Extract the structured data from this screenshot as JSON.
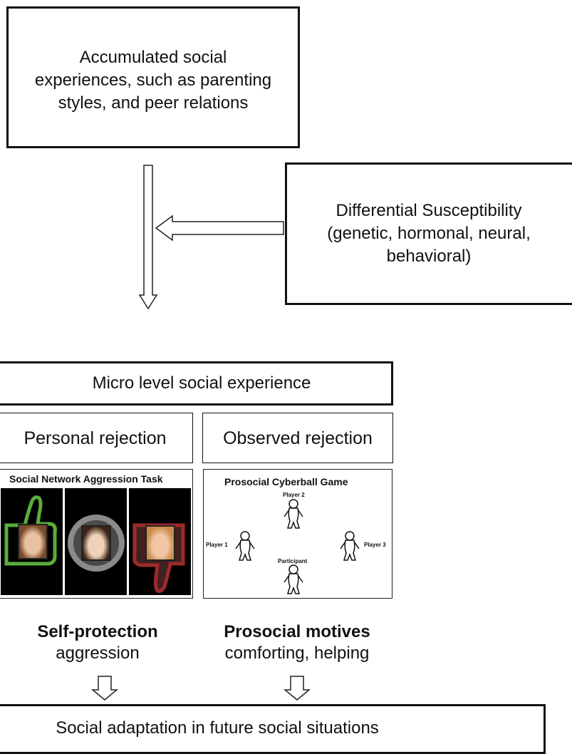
{
  "top_box": {
    "lines": [
      "Accumulated social",
      "experiences, such as parenting",
      "styles, and peer relations"
    ]
  },
  "susceptibility_box": {
    "lines": [
      "Differential Susceptibility",
      "(genetic, hormonal, neural,",
      "behavioral)"
    ]
  },
  "micro_box": {
    "text": "Micro level social experience"
  },
  "personal_box": {
    "text": "Personal rejection"
  },
  "observed_box": {
    "text": "Observed rejection"
  },
  "snat_panel": {
    "title": "Social Network Aggression Task",
    "icons": [
      "thumbs-up-icon",
      "neutral-circle-icon",
      "thumbs-down-icon"
    ],
    "colors": {
      "positive": "#5aae3c",
      "negative": "#9e2a2a",
      "neutral": "#8a8a8a"
    }
  },
  "cyberball_panel": {
    "title": "Prosocial Cyberball Game",
    "players": [
      "Player 2",
      "Player 1",
      "Player 3",
      "Participant"
    ]
  },
  "self_protection": {
    "title": "Self-protection",
    "subtitle": "aggression"
  },
  "prosocial": {
    "title": "Prosocial motives",
    "subtitle": "comforting, helping"
  },
  "bottom_box": {
    "text": "Social adaptation in future social situations"
  }
}
